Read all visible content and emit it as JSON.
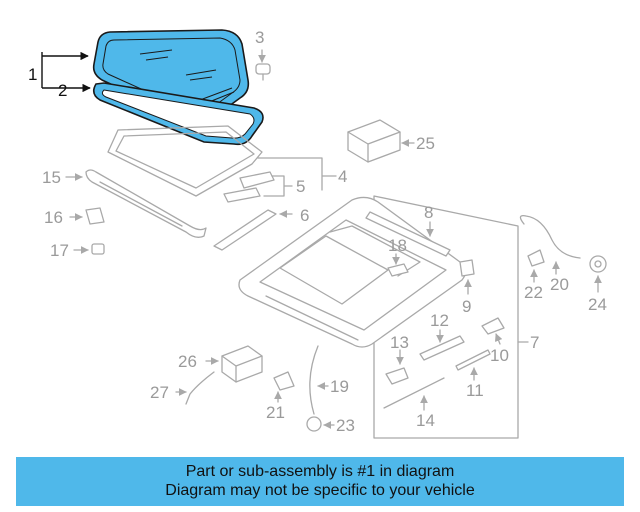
{
  "diagram": {
    "callouts": [
      "1",
      "2",
      "3",
      "4",
      "5",
      "6",
      "7",
      "8",
      "9",
      "10",
      "11",
      "12",
      "13",
      "14",
      "15",
      "16",
      "17",
      "18",
      "19",
      "20",
      "21",
      "22",
      "23",
      "24",
      "25",
      "26",
      "27"
    ]
  },
  "banner": {
    "line1": "Part or sub-assembly is #1 in diagram",
    "line2": "Diagram may not be specific to your vehicle",
    "background": "#4fb8ea"
  },
  "colors": {
    "highlight_part": "#4fb8ea",
    "line_art": "#a9a9a9",
    "label_text": "#9a9a9a"
  }
}
